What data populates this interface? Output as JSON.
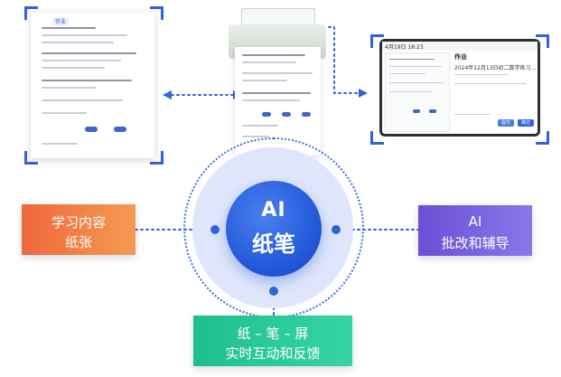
{
  "core": {
    "line1": "AI",
    "line2": "纸笔"
  },
  "left_box": {
    "line1": "学习内容",
    "line2": "纸张",
    "color": "#f07a45"
  },
  "right_box": {
    "line1": "AI",
    "line2": "批改和辅导",
    "color": "#7a64e0"
  },
  "bottom_box": {
    "line1": "纸 – 笔 – 屏",
    "line2": "实时互动和反馈",
    "color": "#29c99a"
  },
  "accent_color": "#2f63dd",
  "tablet": {
    "time": "4月19日  18:23",
    "title": "作业",
    "date": "2024年12月13日初二数学练习…",
    "button1": "提交",
    "button2": "确定"
  },
  "doc_tag": "作业"
}
